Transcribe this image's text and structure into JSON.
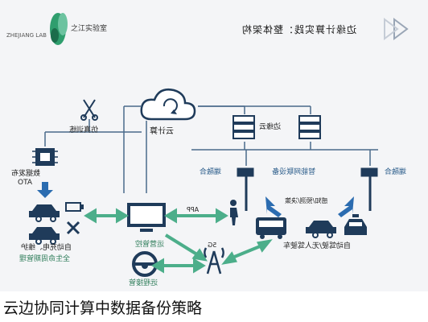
{
  "header": {
    "logo_text": "之江实验室",
    "logo_sub": "ZHEJIANG LAB",
    "page_title": "边缘计算实践：整体架构"
  },
  "nodes": {
    "cloud": "云计算",
    "sim_training": "仿真训练",
    "edge_cloud": "边缘云",
    "data_release": "数据发布",
    "ota": "OTA",
    "vehicle_fusion": "端融合",
    "smart_network": "智能网联设备",
    "roadside_fusion": "端融合",
    "perception_decision": "感知/预测/决策",
    "autonomous": "自动驾驶/无人驾驶车",
    "ops_platform": "运营管控",
    "maintenance": "自动充电、维护",
    "lifecycle": "全生命周期管理",
    "app": "APP",
    "fiveg": "5G",
    "remote_drive": "远程接管"
  },
  "caption": "云边协同计算中数据备份策略"
}
